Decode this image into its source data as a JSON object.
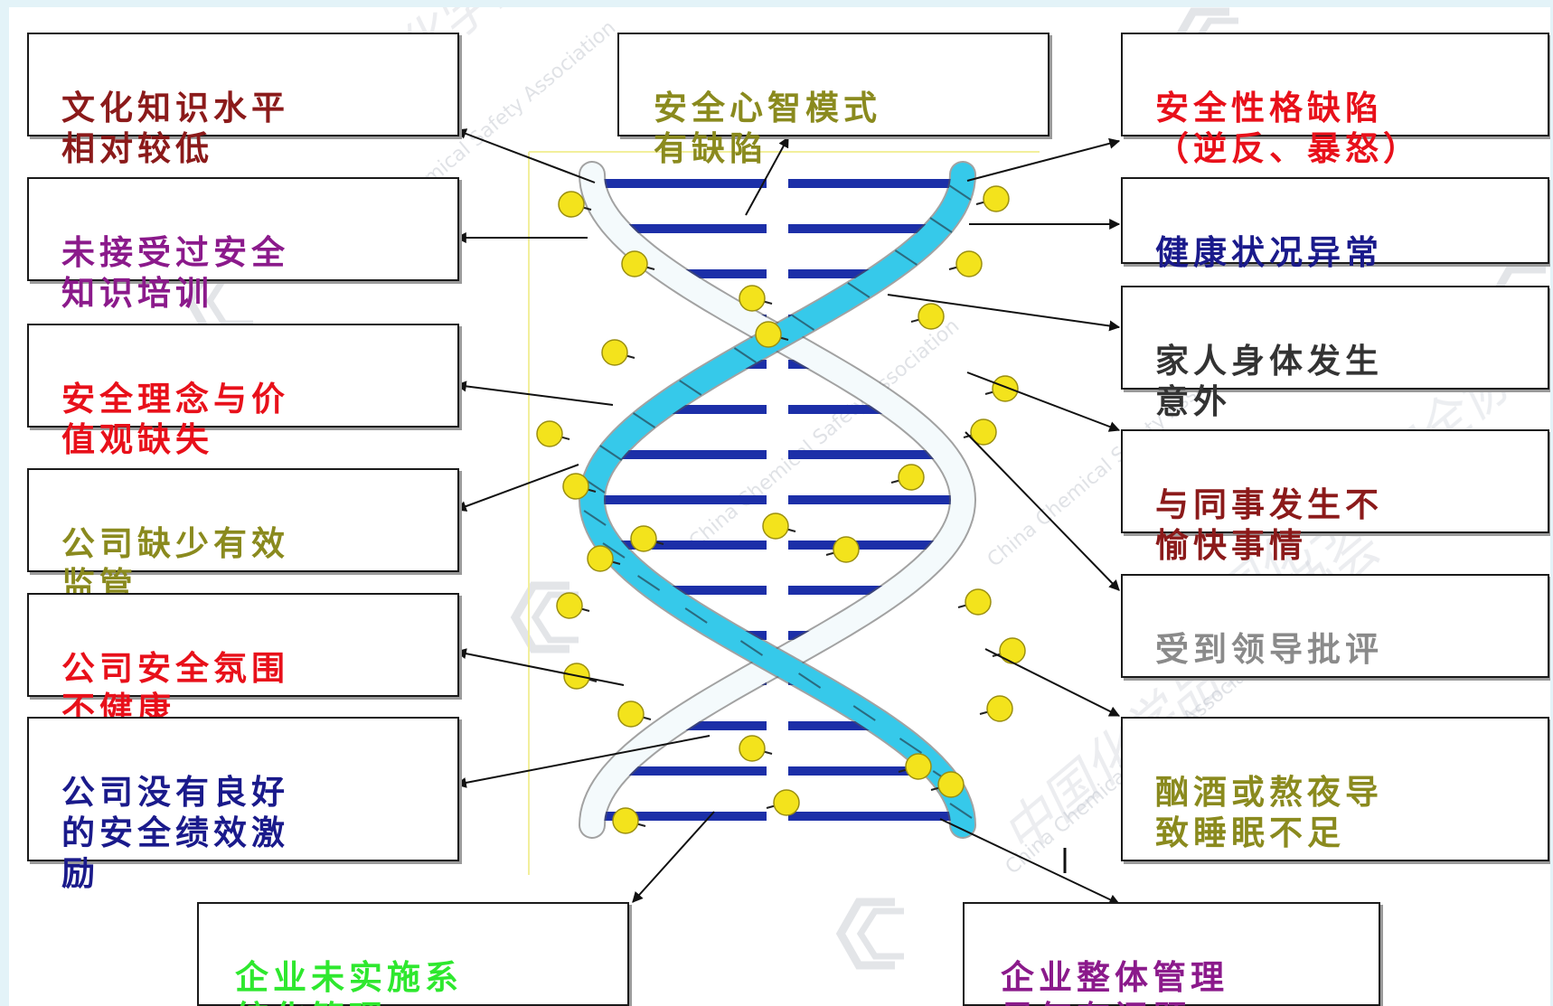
{
  "left_factors": [
    {
      "text": "文化知识水平\n相对较低",
      "color": "#8b1a1a"
    },
    {
      "text": "未接受过安全\n知识培训",
      "color": "#8b1a8b"
    },
    {
      "text": "安全理念与价\n值观缺失",
      "color": "#e8101a"
    },
    {
      "text": "公司缺少有效\n监管",
      "color": "#8a8a1e"
    },
    {
      "text": "公司安全氛围\n不健康",
      "color": "#e8101a"
    },
    {
      "text": "公司没有良好\n的安全绩效激\n励",
      "color": "#1a1a8b"
    }
  ],
  "center_factor": {
    "text": "安全心智模式\n有缺陷",
    "color": "#8a8a1e"
  },
  "right_factors": [
    {
      "text": "安全性格缺陷\n（逆反、暴怒）",
      "color": "#e8101a"
    },
    {
      "text": "健康状况异常",
      "color": "#1a1a8b"
    },
    {
      "text": "家人身体发生\n意外",
      "color": "#333333"
    },
    {
      "text": "与同事发生不\n愉快事情",
      "color": "#8b1a1a"
    },
    {
      "text": "受到领导批评",
      "color": "#8a8a8a"
    },
    {
      "text": "酗酒或熬夜导\n致睡眠不足",
      "color": "#8a8a1e"
    }
  ],
  "bottom_factors": [
    {
      "text": "企业未实施系\n统化管理",
      "color": "#2ee82e"
    },
    {
      "text": "企业整体管理\n风气有问题",
      "color": "#8b1a8b"
    }
  ],
  "watermark": {
    "text": "China Chemical Safety Association",
    "chinese": "中国化学品安全协会",
    "logo": "CCSA"
  },
  "colors": {
    "rung": "#1c2fa8",
    "ribbon_cyan": "#36c9ea",
    "ribbon_white": "#f4fafc",
    "node": "#f3e31c",
    "frame_line": "#f2ef9c",
    "outer_bg": "#e3f3f8"
  }
}
